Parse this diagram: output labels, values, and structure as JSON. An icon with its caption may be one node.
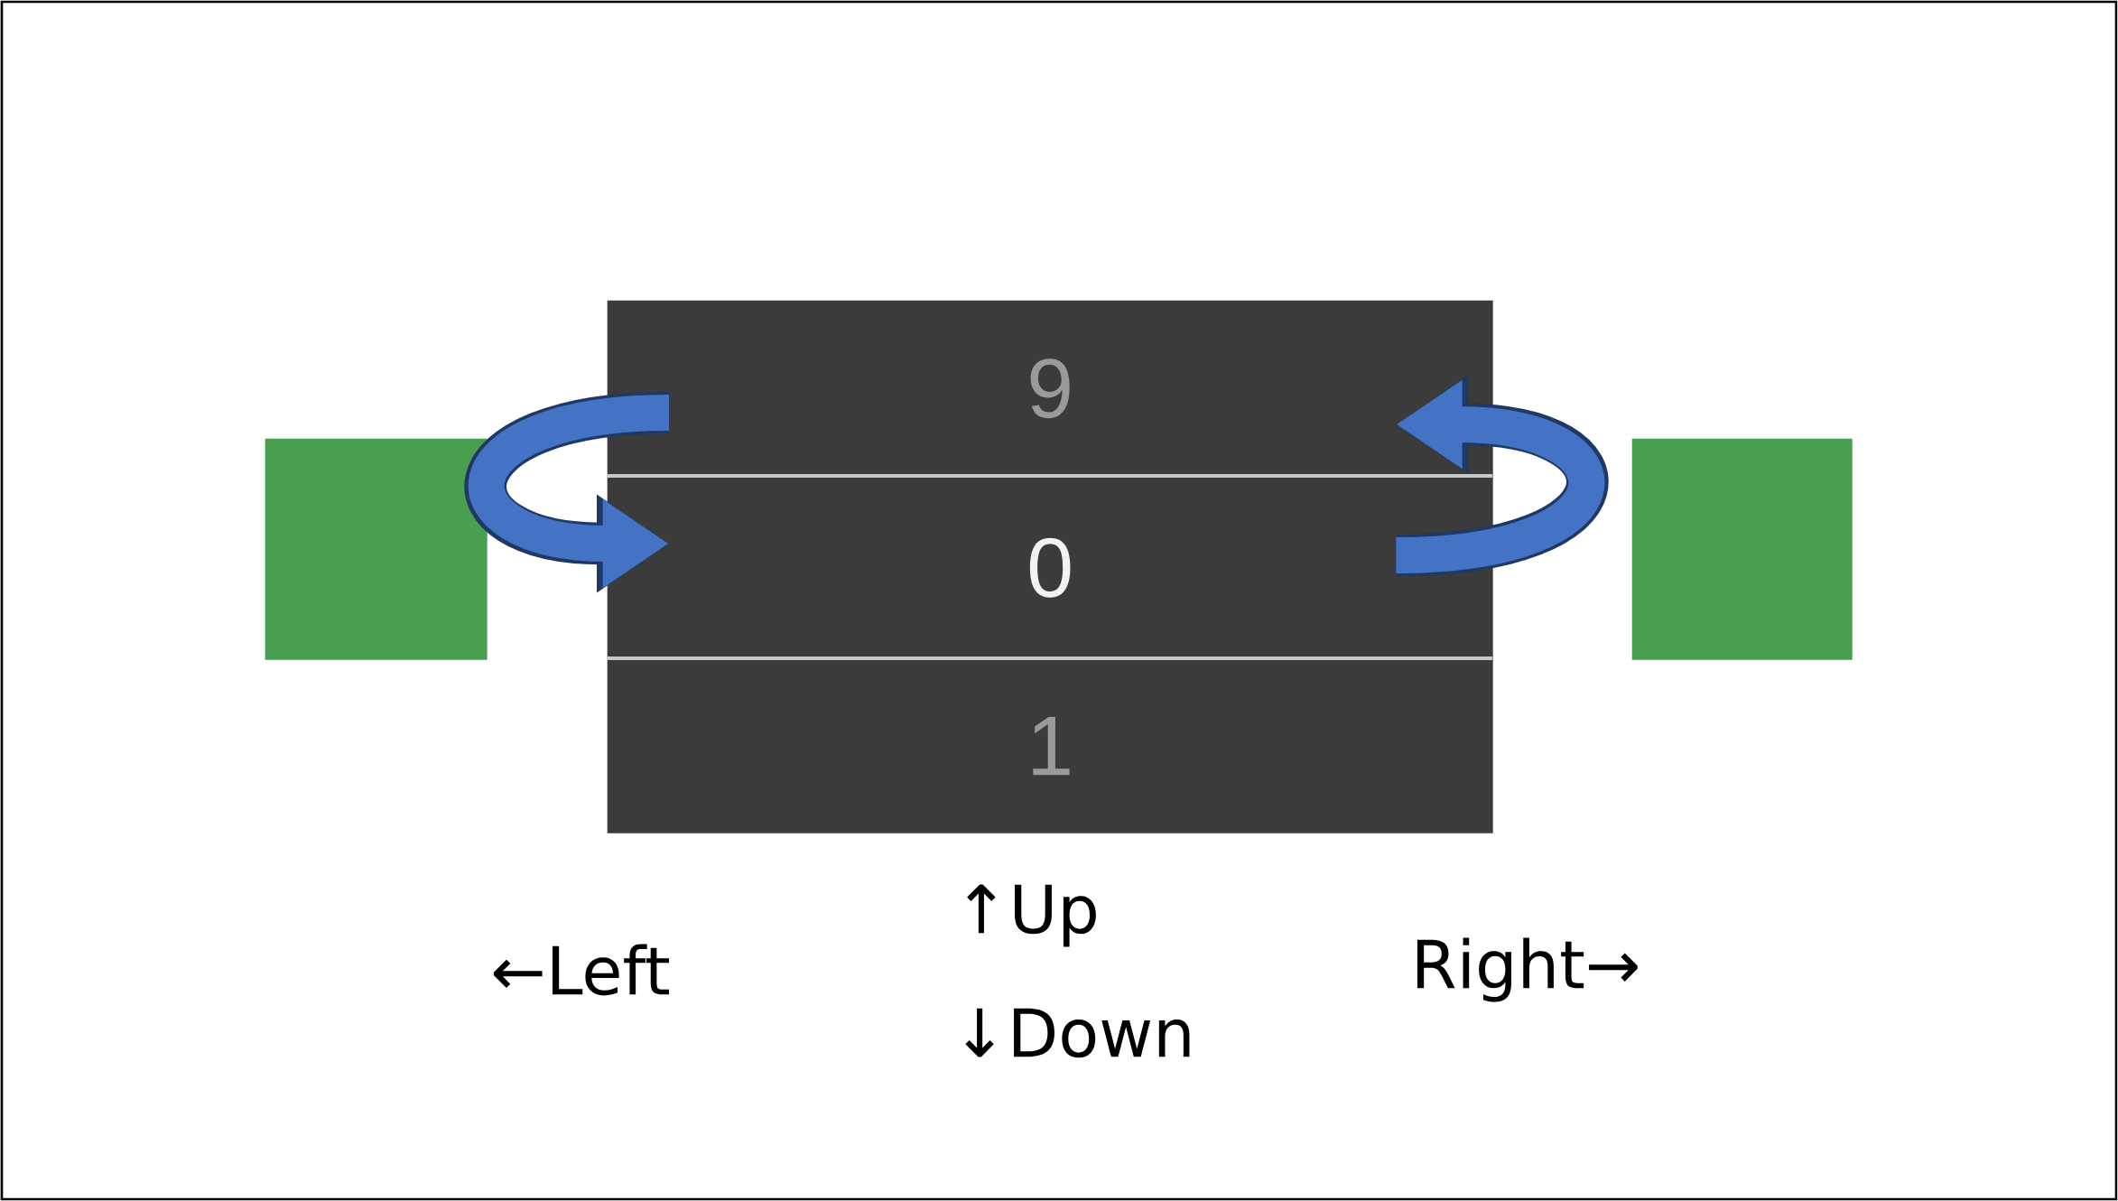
{
  "diagram": {
    "nodes": [
      {
        "text": [
          "9"
        ]
      },
      {
        "text": [],
        "shape": "box"
      },
      {
        "text": [
          "0"
        ]
      },
      {
        "text": [],
        "shape": "box"
      },
      {
        "text": [
          "1"
        ]
      }
    ],
    "edges": [
      {
        "from": 0,
        "to": 2,
        "arrow": "to"
      },
      {
        "from": 2,
        "to": 0,
        "arrow": "to"
      }
    ],
    "labels": [
      "↑Up",
      "←Left",
      "Right→",
      "↓Down"
    ]
  }
}
